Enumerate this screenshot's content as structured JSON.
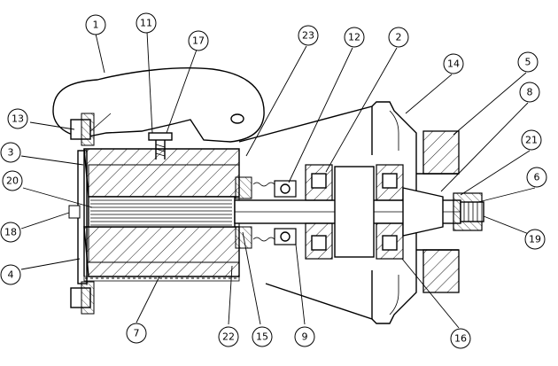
{
  "diagram": {
    "callouts": [
      {
        "id": "c1",
        "label": "1"
      },
      {
        "id": "c11",
        "label": "11"
      },
      {
        "id": "c17",
        "label": "17"
      },
      {
        "id": "c23",
        "label": "23"
      },
      {
        "id": "c12",
        "label": "12"
      },
      {
        "id": "c2",
        "label": "2"
      },
      {
        "id": "c14",
        "label": "14"
      },
      {
        "id": "c5",
        "label": "5"
      },
      {
        "id": "c8",
        "label": "8"
      },
      {
        "id": "c21",
        "label": "21"
      },
      {
        "id": "c6",
        "label": "6"
      },
      {
        "id": "c19",
        "label": "19"
      },
      {
        "id": "c13",
        "label": "13"
      },
      {
        "id": "c3",
        "label": "3"
      },
      {
        "id": "c20",
        "label": "20"
      },
      {
        "id": "c18",
        "label": "18"
      },
      {
        "id": "c4",
        "label": "4"
      },
      {
        "id": "c7",
        "label": "7"
      },
      {
        "id": "c22",
        "label": "22"
      },
      {
        "id": "c15",
        "label": "15"
      },
      {
        "id": "c9",
        "label": "9"
      },
      {
        "id": "c16",
        "label": "16"
      }
    ]
  }
}
